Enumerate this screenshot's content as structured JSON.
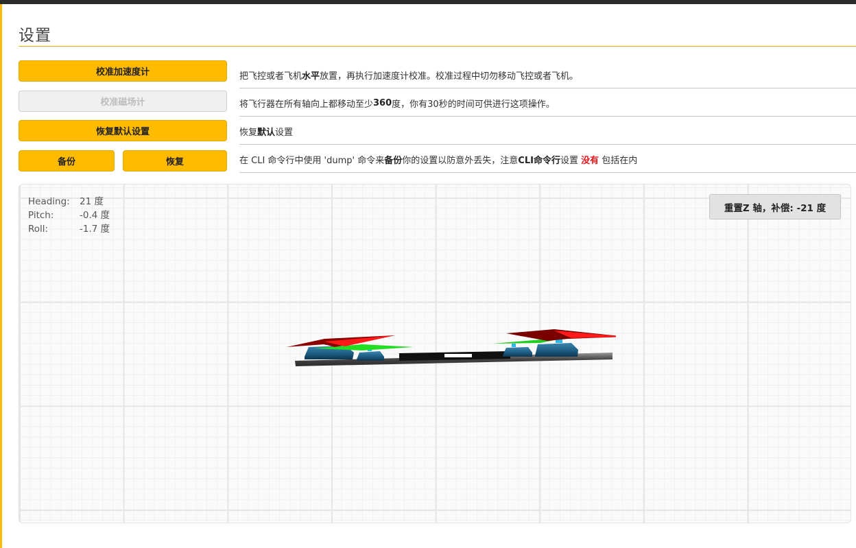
{
  "page": {
    "title": "设置"
  },
  "colors": {
    "accent": "#ffbb00",
    "topbar": "#2b2b2b",
    "warning": "#e5161b",
    "disabled_bg": "#f0f0f0"
  },
  "calibration": {
    "rows": [
      {
        "buttons": [
          {
            "label": "校准加速度计",
            "disabled": false
          }
        ],
        "description": {
          "pre": "把飞控或者飞机",
          "bold": "水平",
          "post": "放置，再执行加速度计校准。校准过程中切勿移动飞控或者飞机。"
        }
      },
      {
        "buttons": [
          {
            "label": "校准磁场计",
            "disabled": true
          }
        ],
        "description": {
          "pre": "将飞行器在所有轴向上都移动至少",
          "bold": "360",
          "post": "度，你有30秒的时间可供进行这项操作。"
        }
      },
      {
        "buttons": [
          {
            "label": "恢复默认设置",
            "disabled": false
          }
        ],
        "description": {
          "pre": "恢复",
          "bold": "默认",
          "post": "设置"
        }
      },
      {
        "buttons": [
          {
            "label": "备份",
            "disabled": false
          },
          {
            "label": "恢复",
            "disabled": false
          }
        ],
        "description": {
          "pre": "在 CLI 命令行中使用 'dump' 命令来",
          "bold": "备份",
          "mid": "你的设置以防意外丢失，注意",
          "bold2": "CLI命令行",
          "mid2": "设置 ",
          "warn": "没有",
          "post": " 包括在内"
        }
      }
    ]
  },
  "attitude": {
    "heading": {
      "label": "Heading:",
      "value": "21 度"
    },
    "pitch": {
      "label": "Pitch:",
      "value": "-0.4 度"
    },
    "roll": {
      "label": "Roll:",
      "value": "-1.7 度"
    }
  },
  "viewer": {
    "reset_z_label": "重置Z 轴，补偿: -21 度",
    "model": "quadcopter-3d-model"
  }
}
